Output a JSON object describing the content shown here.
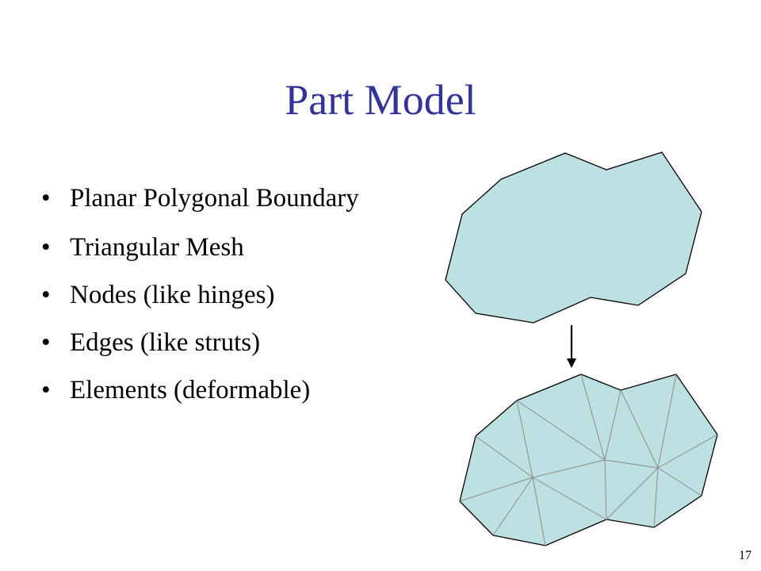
{
  "slide": {
    "title": "Part Model",
    "bullets": [
      "Planar Polygonal Boundary",
      "Triangular Mesh",
      "Nodes (like hinges)",
      "Edges (like struts)",
      "Elements (deformable)"
    ],
    "bullet_symbol": "•",
    "page_number": "17"
  },
  "colors": {
    "title": "#333399",
    "shape_fill": "#bde0e3",
    "shape_stroke": "#000000",
    "mesh_lines": "#8c8c8c"
  },
  "icons": {
    "arrow": "down-arrow-icon"
  }
}
